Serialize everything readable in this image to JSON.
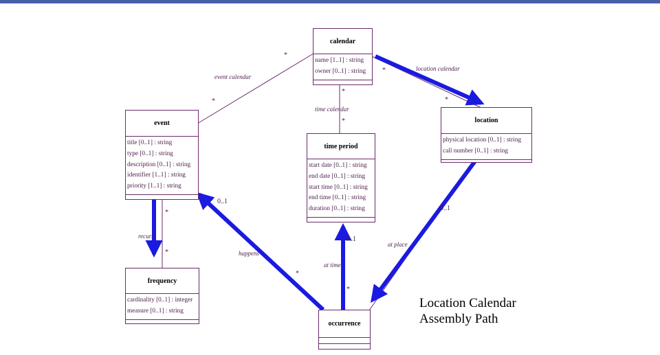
{
  "classes": {
    "calendar": {
      "name": "calendar",
      "attributes": [
        "name [1..1] : string",
        "owner [0..1] : string"
      ]
    },
    "event": {
      "name": "event",
      "attributes": [
        "title [0..1] : string",
        "type [0..1] : string",
        "description [0..1] : string",
        "identifier [1..1] : string",
        "priority [1..1] : string"
      ]
    },
    "time_period": {
      "name": "time period",
      "attributes": [
        "start date [0..1] : string",
        "end date [0..1] : string",
        "start time [0..1] : string",
        "end time [0..1] : string",
        "duration [0..1] : string"
      ]
    },
    "location": {
      "name": "location",
      "attributes": [
        "physical location [0..1] : string",
        "call number [0..1] : string"
      ]
    },
    "frequency": {
      "name": "frequency",
      "attributes": [
        "cardinality [0..1] : integer",
        "measure [0..1] : string"
      ]
    },
    "occurrence": {
      "name": "occurrence",
      "attributes": []
    }
  },
  "associations": {
    "event_calendar": "event calendar",
    "location_calendar": "location calendar",
    "time_calendar": "time calendar",
    "recurs": "recurs",
    "happens": "happens",
    "at_time": "at time",
    "at_place": "at place"
  },
  "multiplicities": {
    "star": "*",
    "zero_one": "0..1"
  },
  "caption": {
    "line1": "Location Calendar",
    "line2": "Assembly Path"
  },
  "colors": {
    "path_arrow": "#1a1ae0",
    "uml_line": "#6b2a6b",
    "header_bar": "#4a5ea8"
  }
}
